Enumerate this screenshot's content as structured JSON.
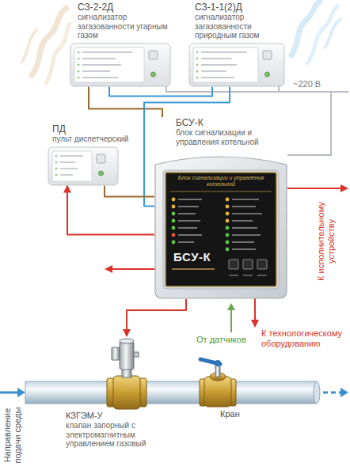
{
  "diagram": {
    "nodes": [
      {
        "text": [
          "СЗ-2-2Д",
          "сигнализатор загазованности угарным газом"
        ]
      },
      {
        "text": [
          "СЗ-1-1(2)Д",
          "сигнализатор загазованности природным газом"
        ]
      },
      {
        "text": [
          "ПД",
          "пульт диспетчерский"
        ]
      },
      {
        "text": [
          "БСУ-К",
          "блок сигнализации и управления котельной"
        ]
      },
      {
        "text": [
          "КЗГЭМ-У",
          "клапан запорный с электромагнитным управлением газовый"
        ]
      },
      {
        "text": [
          "Кран"
        ]
      }
    ],
    "edges": [
      {
        "from": 0,
        "to": 3,
        "arrow": "none"
      },
      {
        "from": 1,
        "to": 3,
        "arrow": "none"
      },
      {
        "from": 1,
        "to": 0,
        "arrow": "none"
      },
      {
        "from": 3,
        "to": 2,
        "arrow": "to"
      },
      {
        "from": 2,
        "to": 3,
        "arrow": "none"
      },
      {
        "from": 3,
        "to": 4,
        "arrow": "to"
      }
    ],
    "labels": [
      "~220 В",
      "К исполнительному устройству",
      "К технологическому оборудованию",
      "От датчиков",
      "Направление подачи среды",
      "Блок сигнализации и управления котельной",
      "БСУ-К"
    ]
  }
}
